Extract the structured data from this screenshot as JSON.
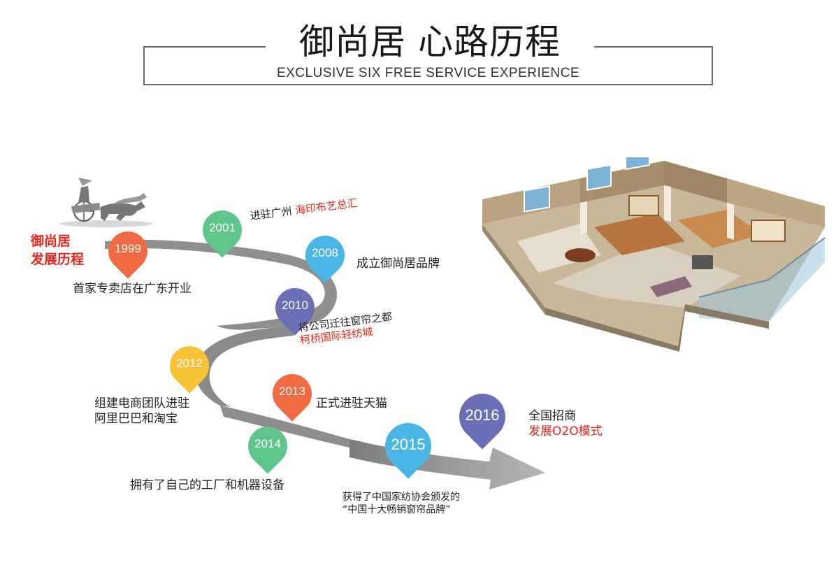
{
  "header": {
    "title": "御尚居 心路历程",
    "subtitle": "EXCLUSIVE SIX FREE SERVICE EXPERIENCE"
  },
  "brand": {
    "line1": "御尚居",
    "line2": "发展历程"
  },
  "colors": {
    "orange": "#f06a42",
    "green": "#5fc58a",
    "blue": "#4ab6e6",
    "purple": "#6a6fb8",
    "yellow": "#f7c233",
    "red": "#e8261b",
    "path": "#9a9a9a"
  },
  "milestones": [
    {
      "year": "1999",
      "color": "#f06a42",
      "text1": "首家专卖店在广东开业",
      "text2": ""
    },
    {
      "year": "2001",
      "color": "#5fc58a",
      "text1": "进驻广州 ",
      "text2": "海印布艺总汇"
    },
    {
      "year": "2008",
      "color": "#4ab6e6",
      "text1": "成立御尚居品牌",
      "text2": ""
    },
    {
      "year": "2010",
      "color": "#6a6fb8",
      "text1": "将公司迁往窗帘之都",
      "text2": "柯桥国际轻纺城"
    },
    {
      "year": "2012",
      "color": "#f7c233",
      "text1": "组建电商团队进驻",
      "text2": "阿里巴巴和淘宝"
    },
    {
      "year": "2013",
      "color": "#f06a42",
      "text1": "正式进驻天猫",
      "text2": ""
    },
    {
      "year": "2014",
      "color": "#5fc58a",
      "text1": "拥有了自己的工厂和机器设备",
      "text2": ""
    },
    {
      "year": "2015",
      "color": "#4ab6e6",
      "text1": "获得了中国家纺协会颁发的",
      "text2": "“中国十大畅销窗帘品牌”"
    },
    {
      "year": "2016",
      "color": "#6a6fb8",
      "text1": "全国招商",
      "text2": "发展O2O模式"
    }
  ],
  "icons": {
    "chariot": "chariot-illustration",
    "house": "apartment-3d-illustration"
  }
}
